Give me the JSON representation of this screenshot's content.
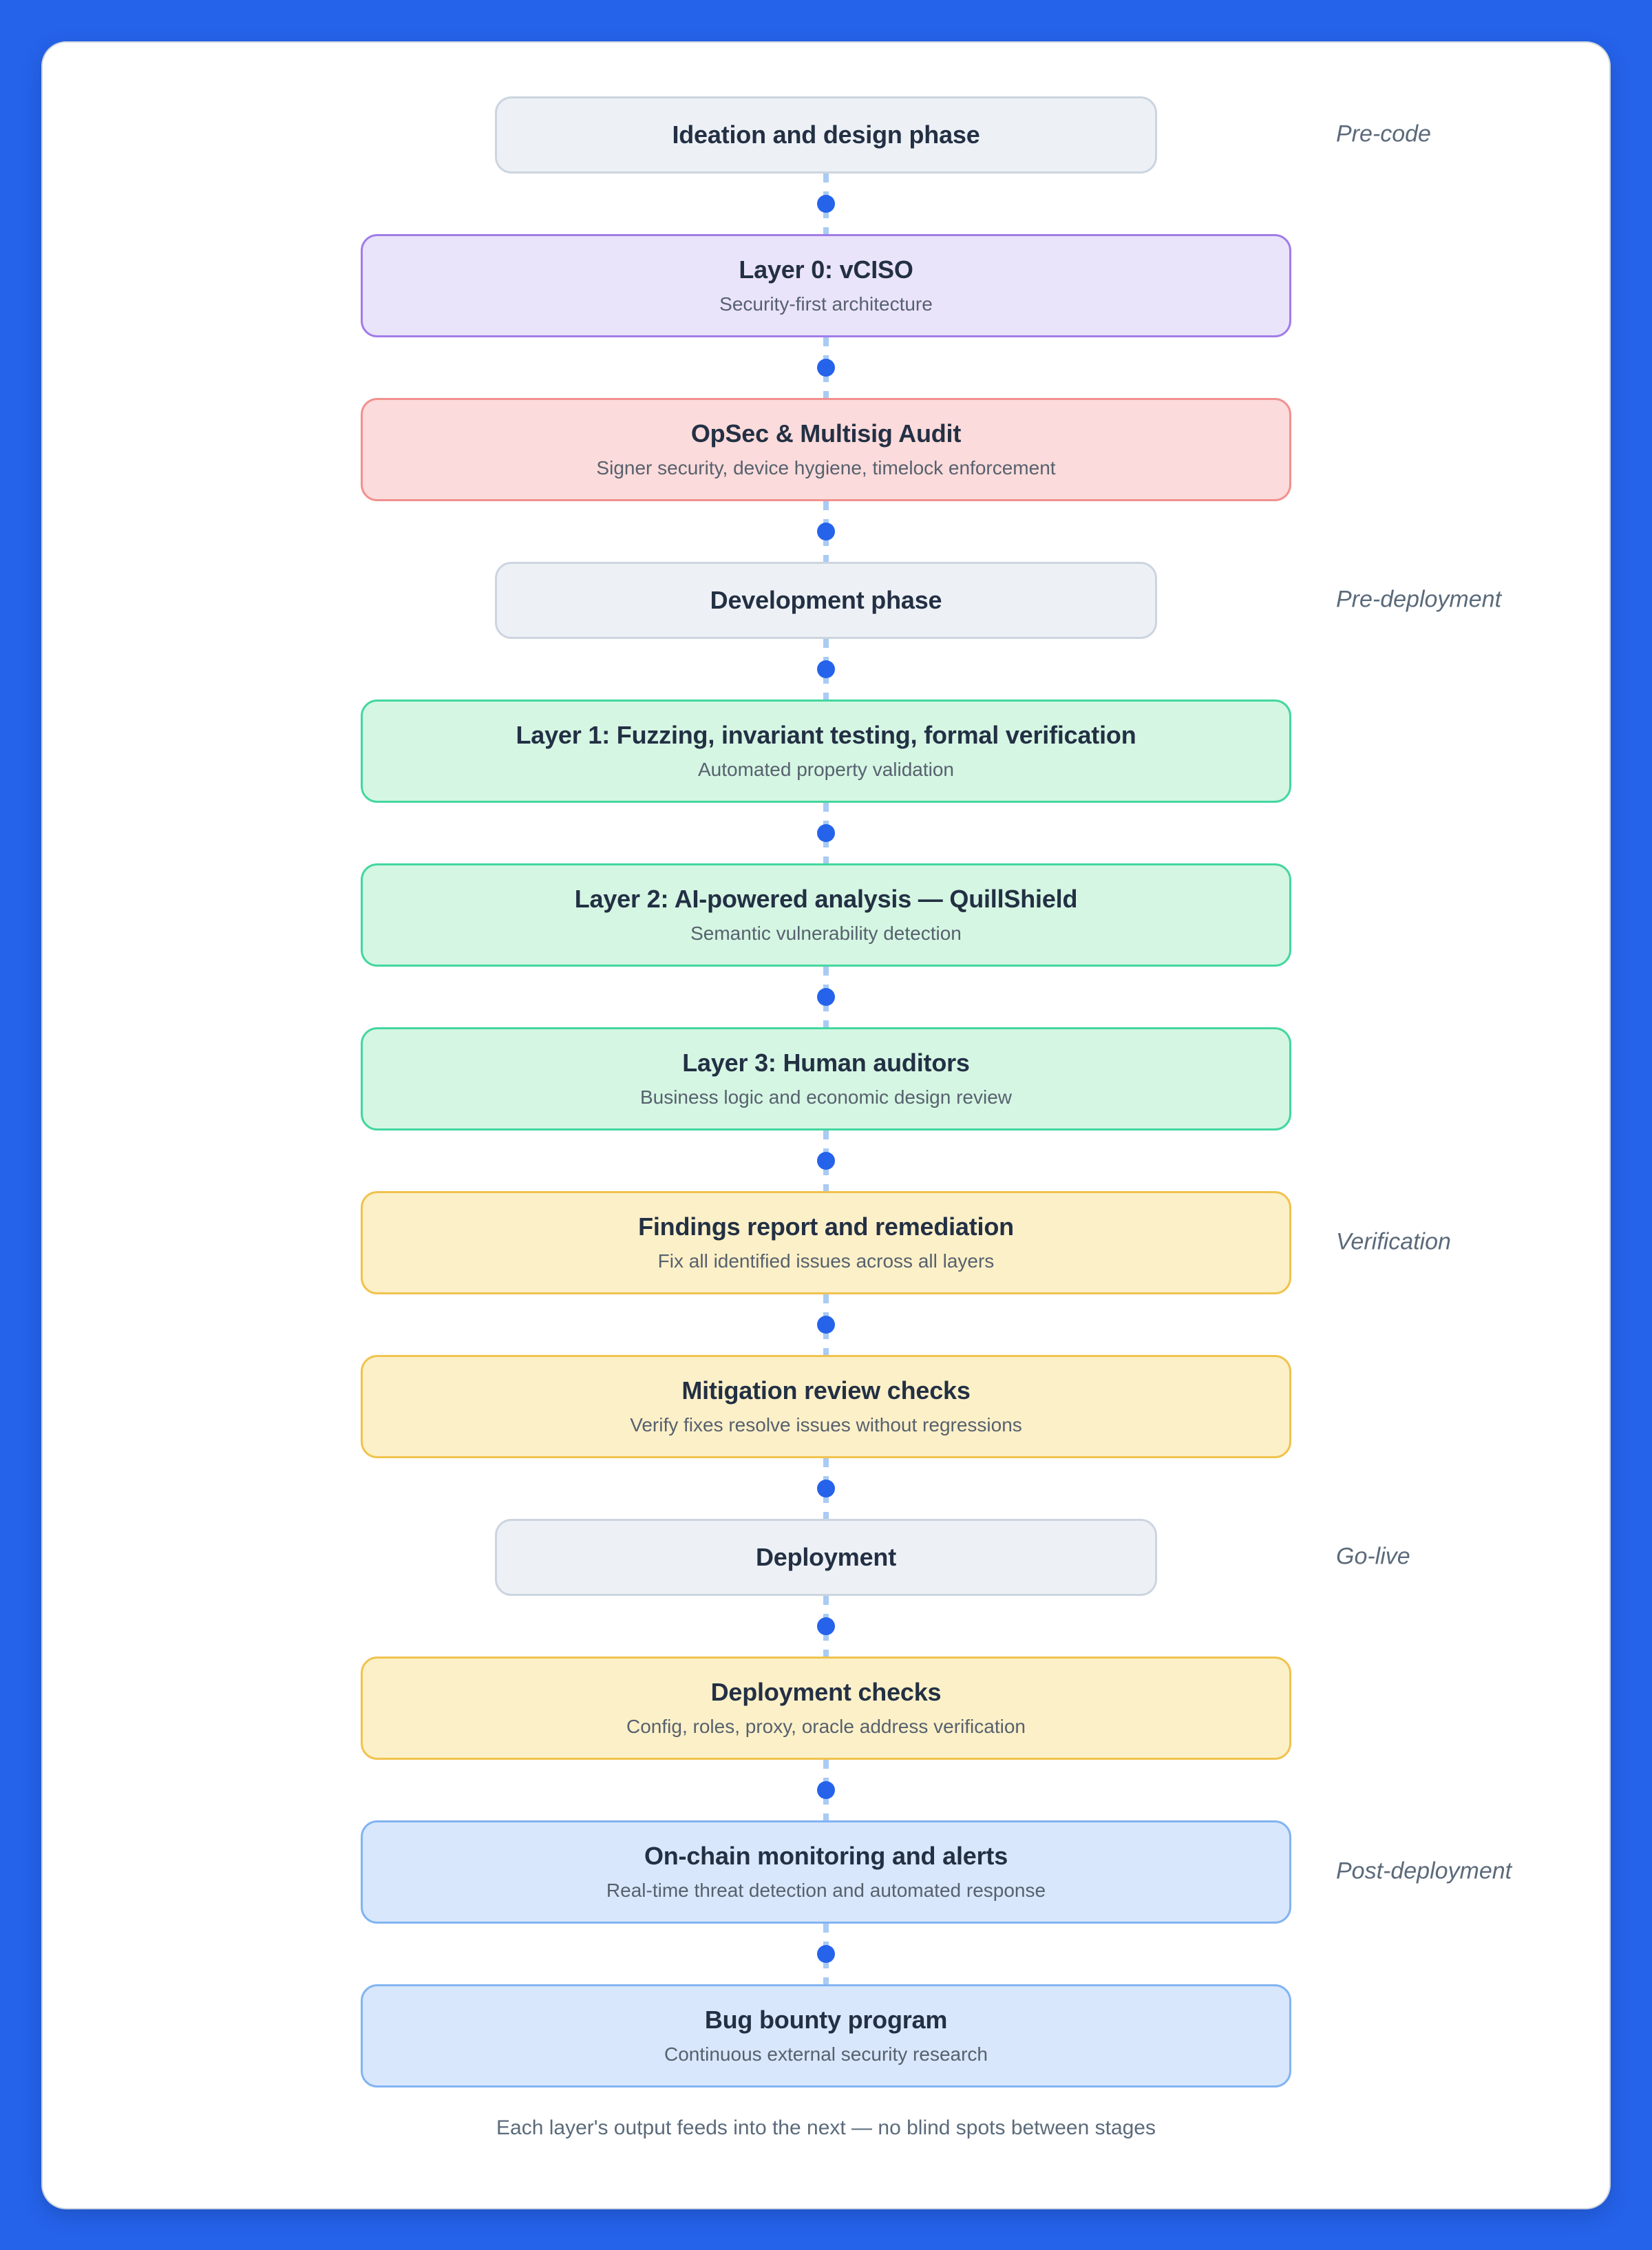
{
  "palette": {
    "page_background": "#2563eb",
    "card_background": "#ffffff",
    "connector_dot": "#2563eb",
    "connector_dash": "#a9cbf4",
    "title_text": "#233044",
    "subtitle_text": "#57616e",
    "side_label_text": "#5b6a7a",
    "variants": {
      "gray": {
        "fill": "#edf1f6",
        "border": "#ccd5df"
      },
      "purple": {
        "fill": "#eae4fb",
        "border": "#a17ce8"
      },
      "red": {
        "fill": "#fbdbdb",
        "border": "#f2918f"
      },
      "green": {
        "fill": "#d5f6e3",
        "border": "#43d79f"
      },
      "yellow": {
        "fill": "#fcf0c8",
        "border": "#f0c34e"
      },
      "blue": {
        "fill": "#d8e7fb",
        "border": "#82b4f2"
      }
    }
  },
  "flow": {
    "nodes": [
      {
        "id": "ideation-design-phase",
        "size": "narrow",
        "variant": "gray",
        "title": "Ideation and design phase",
        "subtitle": "",
        "side_label": "Pre-code"
      },
      {
        "id": "layer0-vciso",
        "size": "wide",
        "variant": "purple",
        "title": "Layer 0: vCISO",
        "subtitle": "Security-first architecture",
        "side_label": ""
      },
      {
        "id": "opsec-multisig-audit",
        "size": "wide",
        "variant": "red",
        "title": "OpSec & Multisig Audit",
        "subtitle": "Signer security, device hygiene, timelock enforcement",
        "side_label": ""
      },
      {
        "id": "development-phase",
        "size": "narrow",
        "variant": "gray",
        "title": "Development phase",
        "subtitle": "",
        "side_label": "Pre-deployment"
      },
      {
        "id": "layer1-fuzzing",
        "size": "wide",
        "variant": "green",
        "title": "Layer 1: Fuzzing, invariant testing, formal verification",
        "subtitle": "Automated property validation",
        "side_label": ""
      },
      {
        "id": "layer2-ai-quillshield",
        "size": "wide",
        "variant": "green",
        "title": "Layer 2: AI-powered analysis — QuillShield",
        "subtitle": "Semantic vulnerability detection",
        "side_label": ""
      },
      {
        "id": "layer3-human-auditors",
        "size": "wide",
        "variant": "green",
        "title": "Layer 3: Human auditors",
        "subtitle": "Business logic and economic design review",
        "side_label": ""
      },
      {
        "id": "findings-report-remediation",
        "size": "wide",
        "variant": "yellow",
        "title": "Findings report and remediation",
        "subtitle": "Fix all identified issues across all layers",
        "side_label": "Verification"
      },
      {
        "id": "mitigation-review-checks",
        "size": "wide",
        "variant": "yellow",
        "title": "Mitigation review checks",
        "subtitle": "Verify fixes resolve issues without regressions",
        "side_label": ""
      },
      {
        "id": "deployment",
        "size": "narrow",
        "variant": "gray",
        "title": "Deployment",
        "subtitle": "",
        "side_label": "Go-live"
      },
      {
        "id": "deployment-checks",
        "size": "wide",
        "variant": "yellow",
        "title": "Deployment checks",
        "subtitle": "Config, roles, proxy, oracle address verification",
        "side_label": ""
      },
      {
        "id": "onchain-monitoring-alerts",
        "size": "wide",
        "variant": "blue",
        "title": "On-chain monitoring and alerts",
        "subtitle": "Real-time threat detection and automated response",
        "side_label": "Post-deployment"
      },
      {
        "id": "bug-bounty-program",
        "size": "wide",
        "variant": "blue",
        "title": "Bug bounty program",
        "subtitle": "Continuous external security research",
        "side_label": ""
      }
    ]
  },
  "footer": {
    "text": "Each layer's output feeds into the next — no blind spots between stages"
  }
}
